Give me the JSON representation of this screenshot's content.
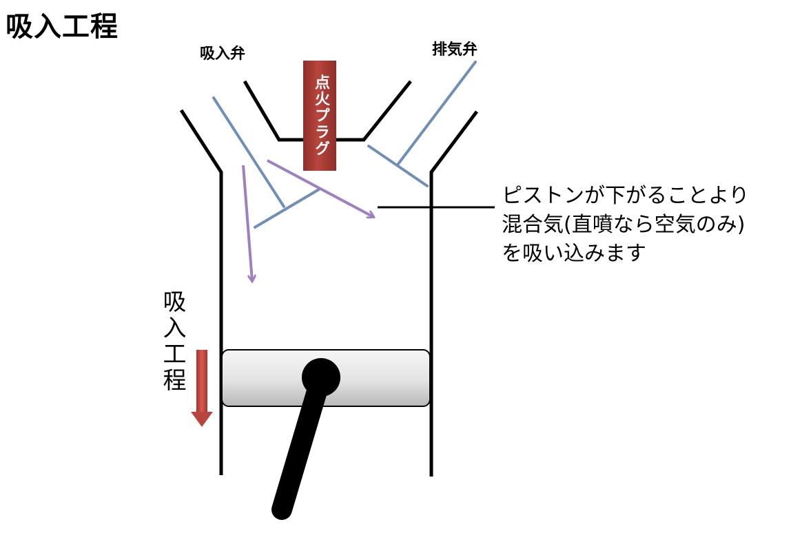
{
  "page": {
    "title": "吸入工程"
  },
  "labels": {
    "intake_valve": "吸入弁",
    "exhaust_valve": "排気弁",
    "spark_plug": "点火プラグ",
    "callout": "ピストンが下がることより混合気(直噴なら空気のみ)を吸い込みます",
    "stroke": "吸入工程"
  },
  "colors": {
    "valve_line": "#6f8fb8",
    "flow_arrow": "#9f7fc0",
    "spark_plug_top": "#a33a35",
    "spark_plug_bottom": "#b84a40",
    "stroke_arrow": "#c0463d",
    "piston_fill_light": "#f4f4f4",
    "piston_fill_dark": "#bdbdbd",
    "outline": "#000000"
  },
  "icons": {
    "stroke_direction": "down-arrow-icon",
    "flow_direction": "arrow-icon"
  }
}
